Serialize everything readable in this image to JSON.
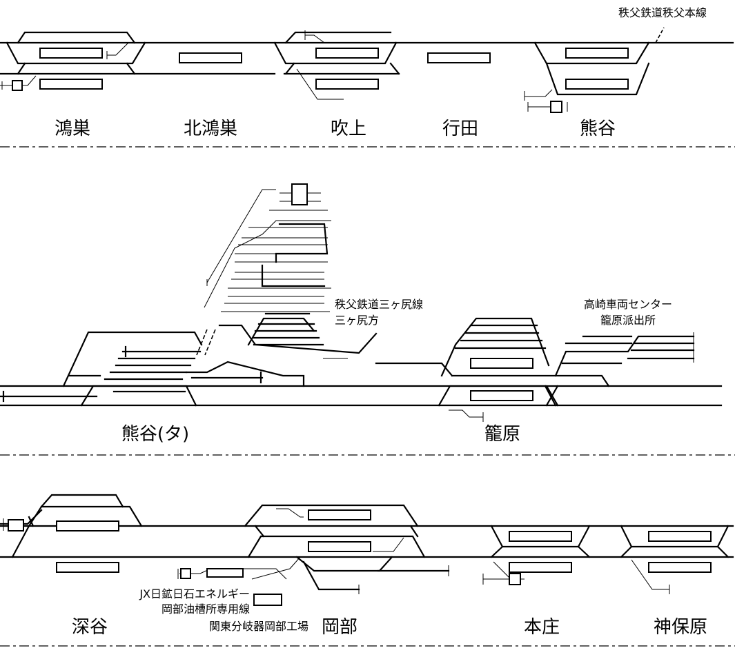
{
  "stations": {
    "konosu": "鴻巣",
    "kita_konosu": "北鴻巣",
    "fukiage": "吹上",
    "gyoda": "行田",
    "kumagaya": "熊谷",
    "kumagaya_freight": "熊谷(タ)",
    "kagohara": "籠原",
    "fukaya": "深谷",
    "okabe": "岡部",
    "honjo": "本庄",
    "jimbohara": "神保原"
  },
  "notes": {
    "chichibu_main": "秩父鉄道秩父本線",
    "mikajiri_line_1": "秩父鉄道三ヶ尻線",
    "mikajiri_line_2": "三ヶ尻方",
    "takasaki_center_1": "高崎車両センター",
    "takasaki_center_2": "籠原派出所",
    "jx_line_1": "JX日鉱日石エネルギー",
    "jx_line_2": "岡部油槽所専用線",
    "kanto_bunki": "関東分岐器岡部工場"
  }
}
